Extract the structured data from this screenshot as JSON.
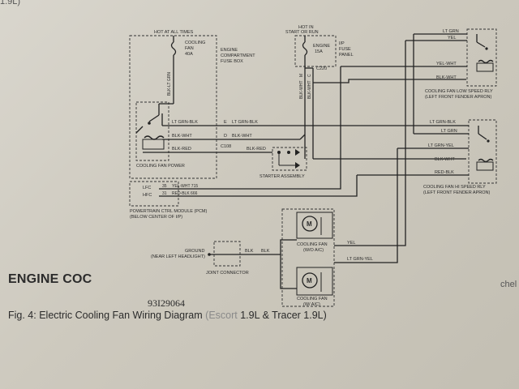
{
  "page": {
    "top_clipped_text": "1.9L)",
    "section_heading": "ENGINE COC",
    "side_clipped_text": "chel",
    "figure_code": "93I29064",
    "caption_main": "Fig. 4:  Electric Cooling Fan Wiring Diagram",
    "caption_faded": "(Escort",
    "caption_end": "1.9L & Tracer 1.9L)"
  },
  "diagram": {
    "engine_box": {
      "hot_label": "HOT AT ALL TIMES",
      "fuse_label_1": "COOLING",
      "fuse_label_2": "FAN",
      "fuse_label_3": "40A",
      "box_label_1": "ENGINE",
      "box_label_2": "COMPARTMENT",
      "box_label_3": "FUSE BOX",
      "feed_wire": "BLK-LT GRN",
      "relay_label": "COOLING FAN POWER"
    },
    "ip_box": {
      "hot_label_1": "HOT IN",
      "hot_label_2": "START OR RUN",
      "fuse_label_1": "ENGINE",
      "fuse_label_2": "15A",
      "box_label_1": "I/P",
      "box_label_2": "FUSE",
      "box_label_3": "PANEL",
      "connector": "C220",
      "wire_left": "BLK-WHT",
      "pin_left": "M",
      "wire_right": "BLK-WHT",
      "pin_right": "C"
    },
    "low_relay": {
      "wire_1": "LT GRN",
      "wire_2": "YEL",
      "wire_3": "YEL-WHT",
      "wire_4": "BLK-WHT",
      "label_1": "COOLING FAN LOW SPEED RLY",
      "label_2": "(LEFT FRONT FENDER APRON)"
    },
    "hi_relay": {
      "wire_1": "LT GRN-BLK",
      "wire_2": "LT GRN",
      "wire_3": "LT GRN-YEL",
      "wire_4": "BLK-WHT",
      "wire_5": "RED-BLK",
      "label_1": "COOLING FAN HI SPEED RLY",
      "label_2": "(LEFT FRONT FENDER APRON)"
    },
    "mid_wires": {
      "w1_left": "LT GRN-BLK",
      "w1_pin": "E",
      "w1_right": "LT GRN-BLK",
      "w2_left": "BLK-WHT",
      "w2_pin": "D",
      "w2_right": "BLK-WHT",
      "connector": "C108",
      "w3": "BLK-RED",
      "w3_right": "BLK-RED"
    },
    "starter": {
      "label": "STARTER ASSEMBLY"
    },
    "pcm": {
      "pin_1_name": "LFC",
      "pin_1_num": "35",
      "pin_1_wire": "YEL-WHT 715",
      "pin_2_name": "HFC",
      "pin_2_num": "31",
      "pin_2_wire": "RED-BLK 666",
      "label_1": "POWERTRAIN CTRL MODULE (PCM)",
      "label_2": "(BELOW CENTER OF I/P)"
    },
    "ground": {
      "label_1": "GROUND",
      "label_2": "(NEAR LEFT HEADLIGHT)",
      "wire_1": "BLK",
      "wire_2": "BLK",
      "joint": "JOINT CONNECTOR"
    },
    "fan_wo_ac": {
      "label_1": "COOLING FAN",
      "label_2": "(W/O A/C)",
      "symbol": "M"
    },
    "fan_w_ac": {
      "label_1": "COOLING FAN",
      "label_2": "(W/ A/C)",
      "symbol": "M"
    },
    "fan_wires": {
      "wire_1": "YEL",
      "wire_2": "LT GRN-YEL"
    }
  },
  "colors": {
    "paper": "#d4d0c6",
    "ink": "#222222",
    "faded": "#8a8a8a"
  }
}
